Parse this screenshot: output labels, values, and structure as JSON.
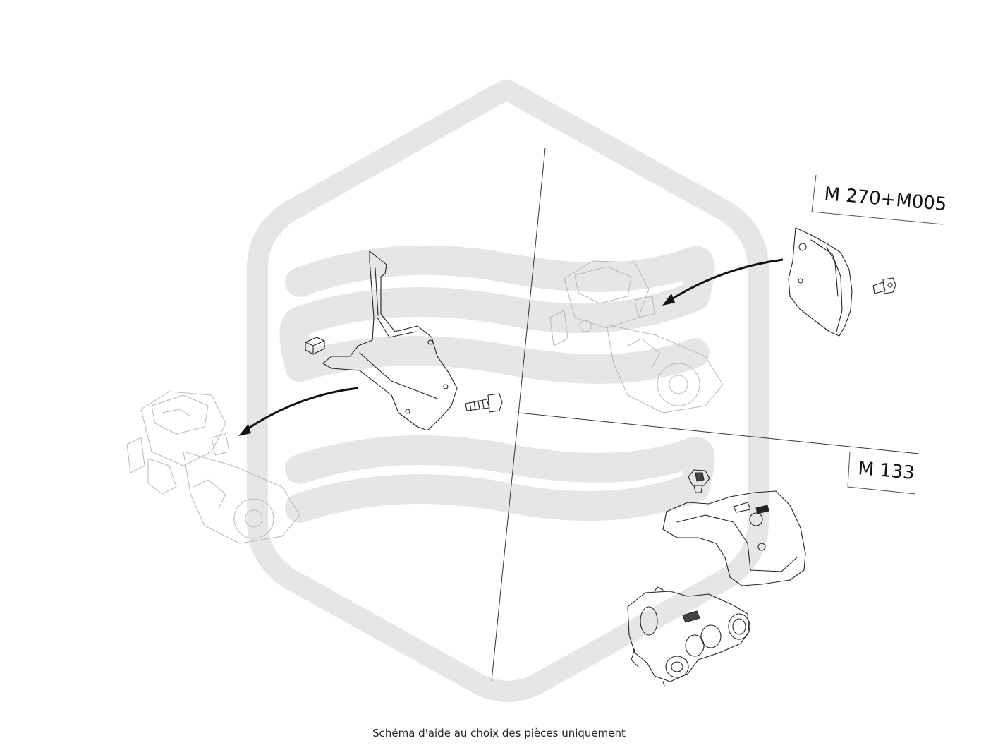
{
  "diagram": {
    "variant_labels": {
      "top_right": "M 270+M005",
      "bottom_right": "M 133"
    },
    "caption": "Schéma d'aide au choix des pièces uniquement",
    "watermark_color": "#e6e6e6",
    "line_color": "#222222"
  }
}
